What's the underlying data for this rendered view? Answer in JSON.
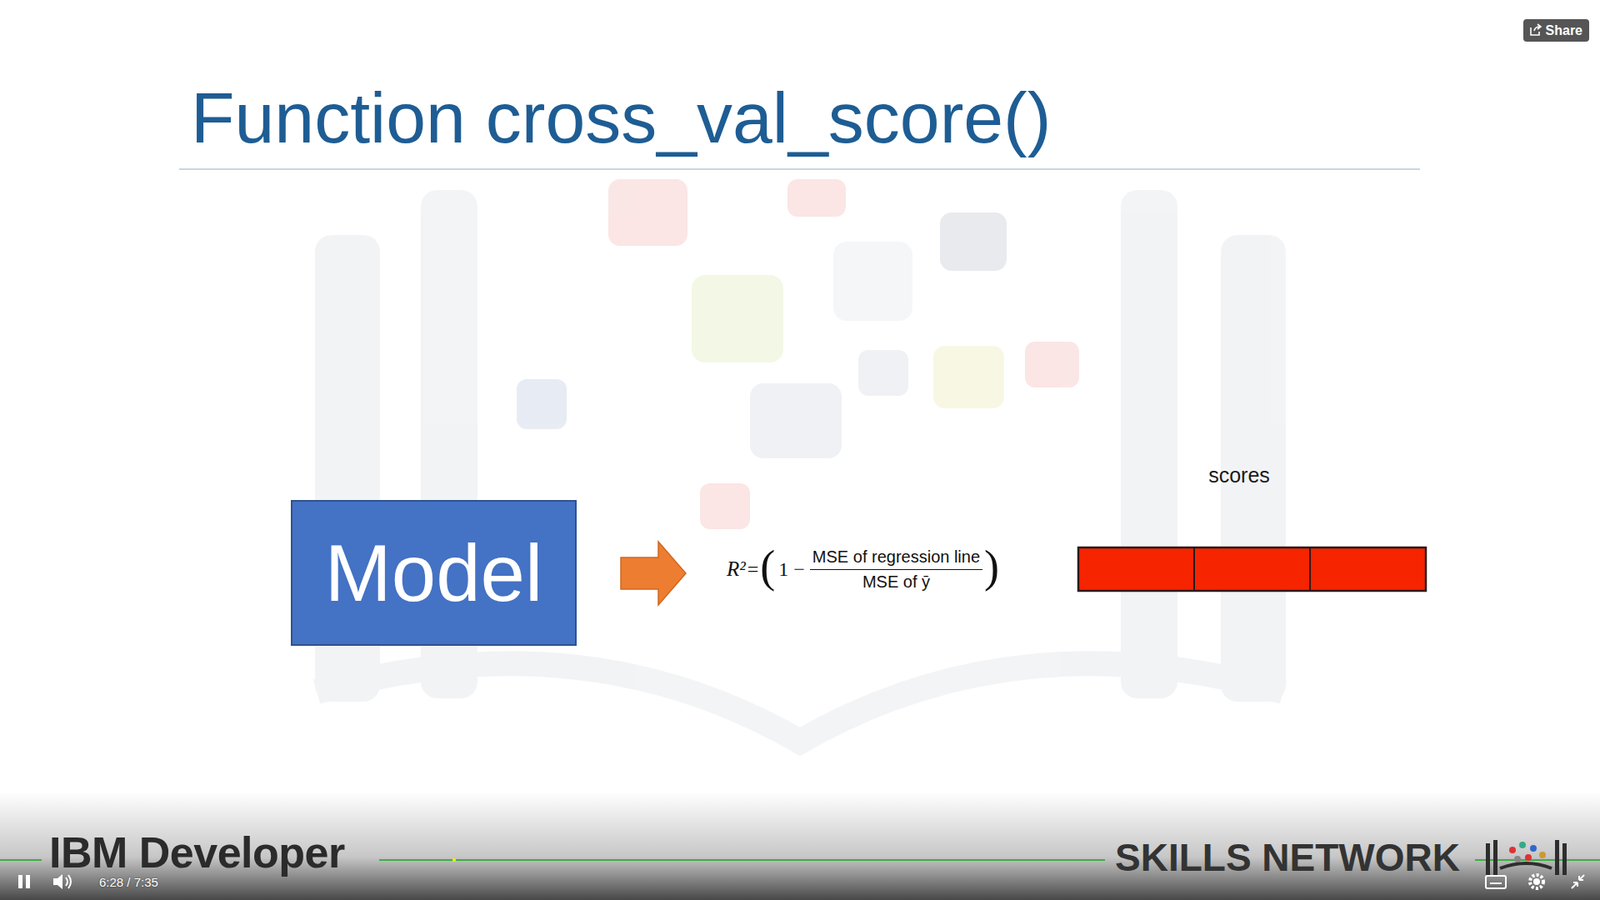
{
  "diagram": {
    "title": "Function cross_val_score()",
    "nodes": [
      {
        "text": [
          "Share"
        ]
      },
      {
        "text": [
          "Model"
        ]
      }
    ],
    "labels": [
      "R²",
      "=",
      "(",
      "1 −",
      "MSE of regression line",
      "MSE of ȳ",
      ")",
      "scores",
      "IBM Developer",
      "SKILLS NETWORK",
      "6:28 / 7:35"
    ]
  }
}
